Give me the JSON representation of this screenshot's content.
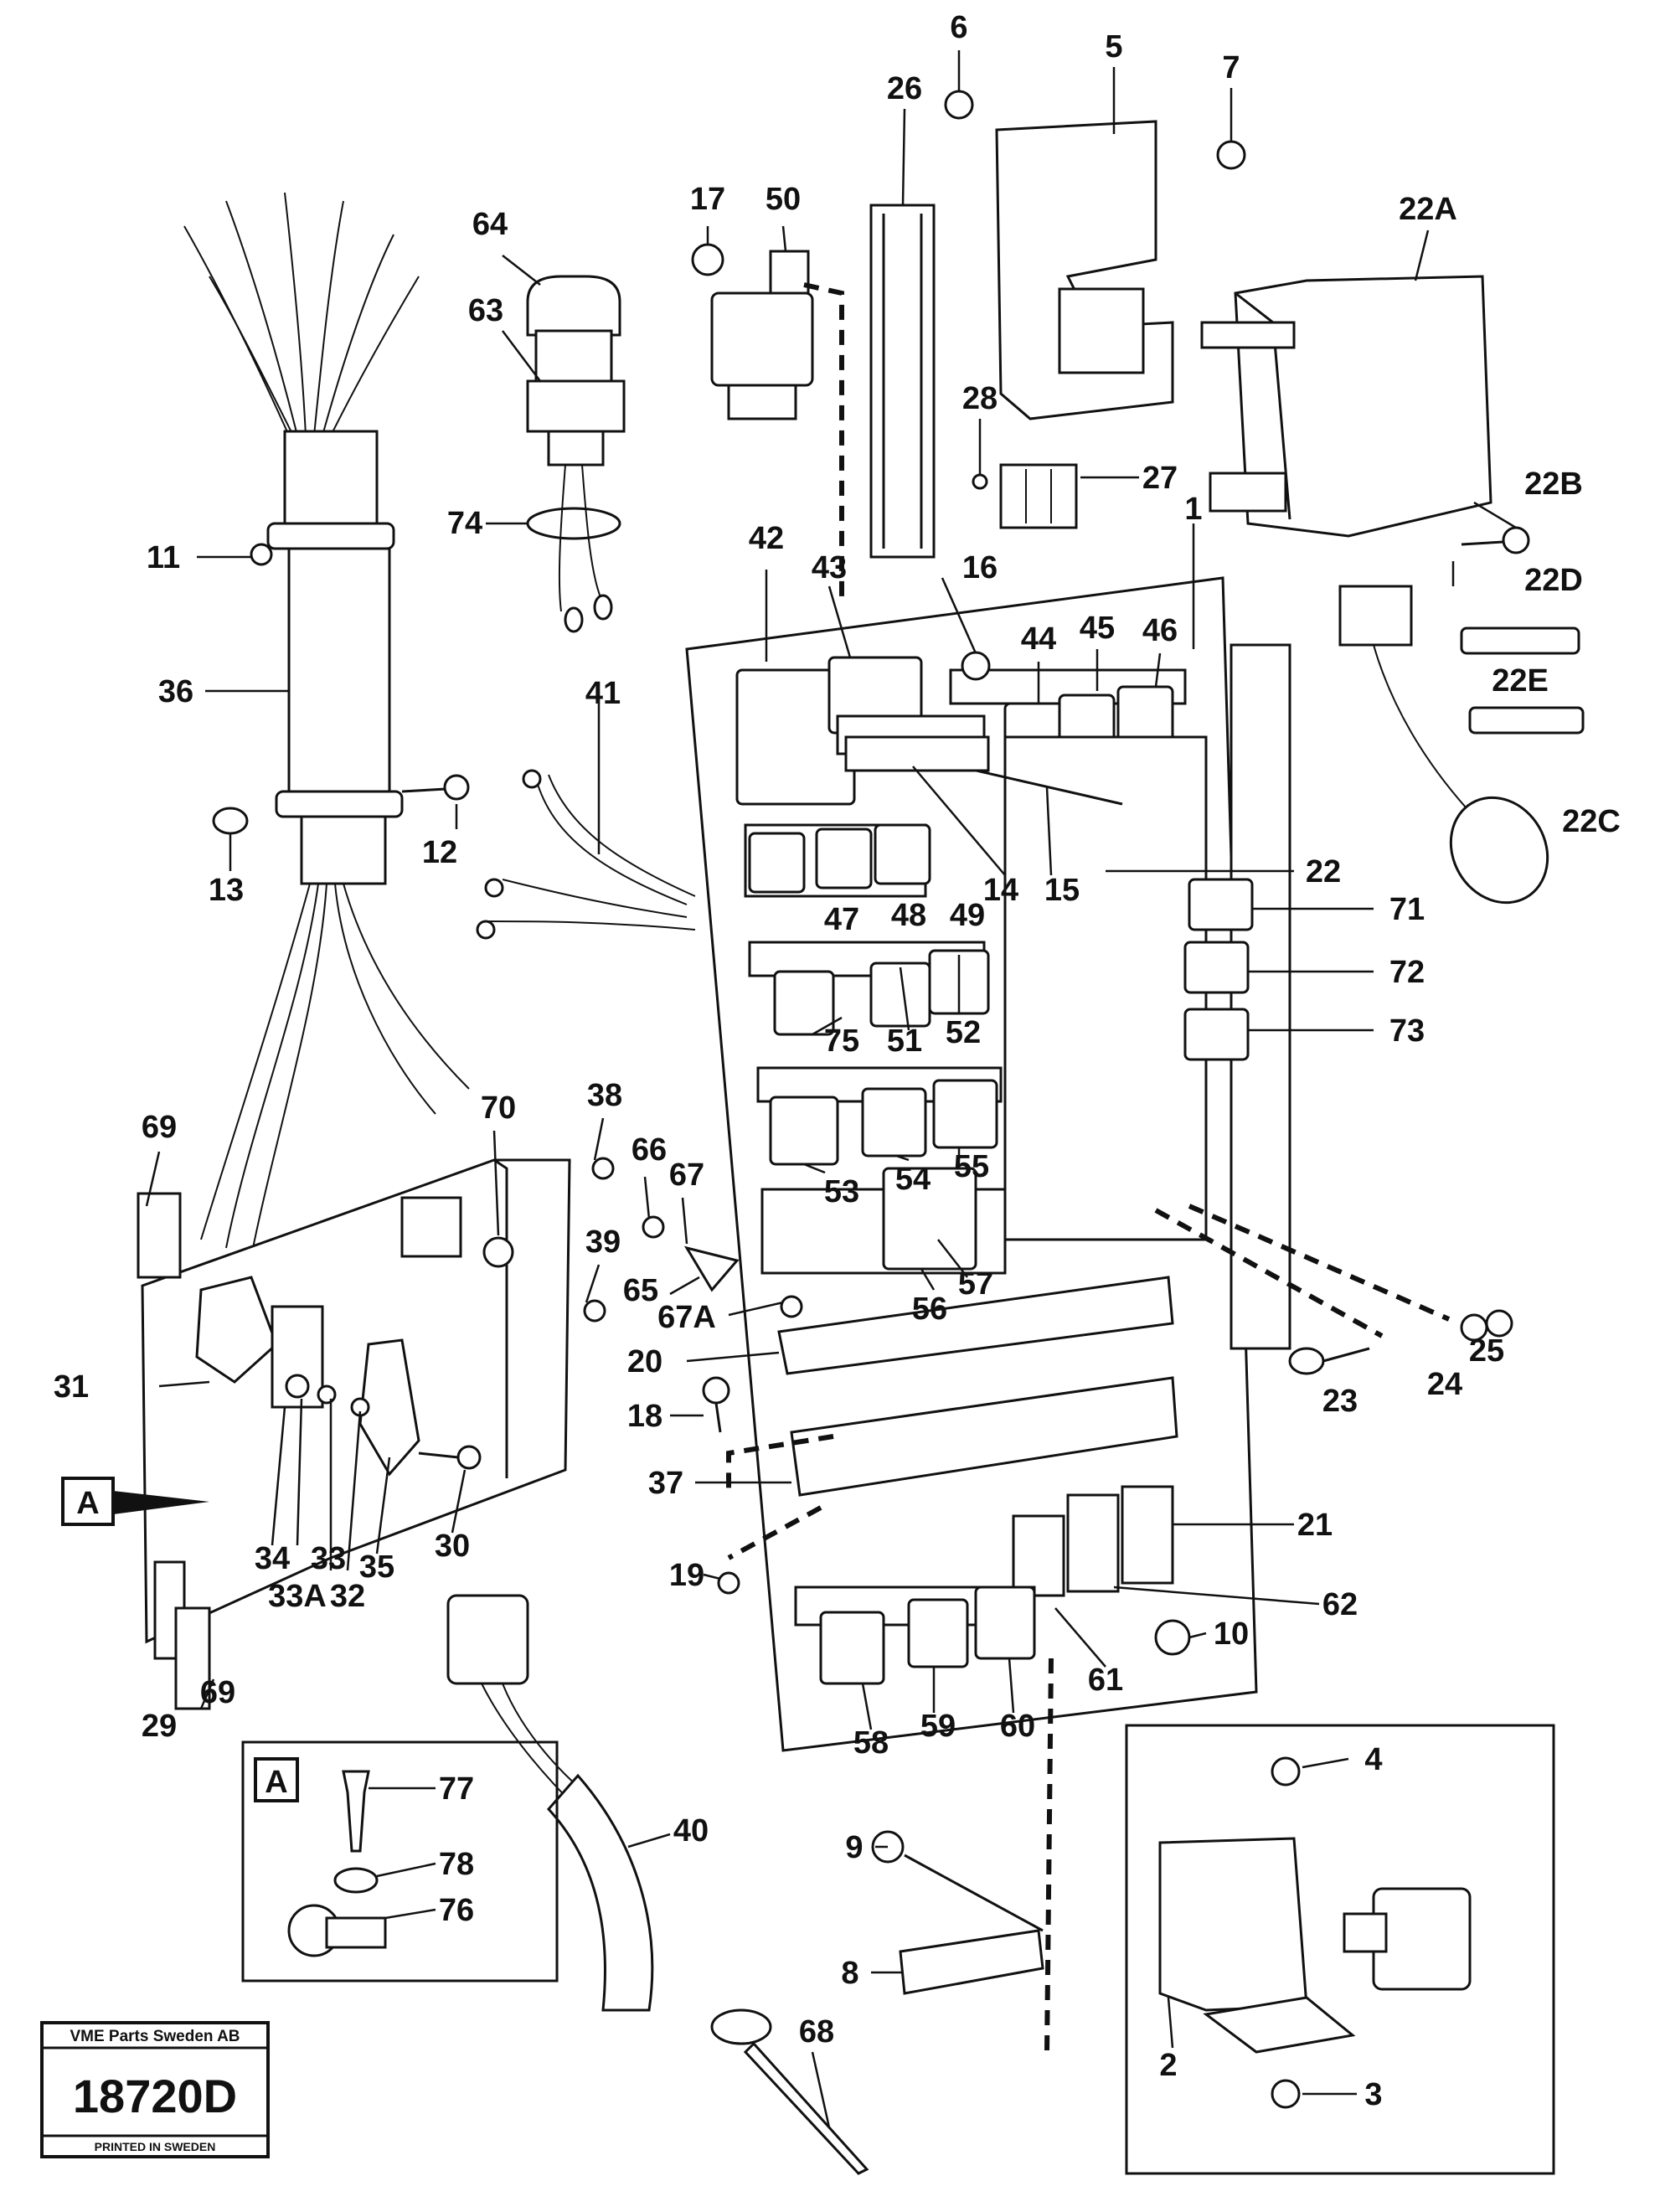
{
  "drawing": {
    "company": "VME Parts Sweden AB",
    "number": "18720D",
    "printed": "PRINTED IN SWEDEN",
    "detail_ref": "A"
  },
  "callouts": {
    "p1": "1",
    "p2": "2",
    "p3": "3",
    "p4": "4",
    "p5": "5",
    "p6": "6",
    "p7": "7",
    "p8": "8",
    "p9": "9",
    "p10": "10",
    "p11": "11",
    "p12": "12",
    "p13": "13",
    "p14": "14",
    "p15": "15",
    "p16": "16",
    "p17": "17",
    "p18": "18",
    "p19": "19",
    "p20": "20",
    "p21": "21",
    "p22": "22",
    "p22A": "22A",
    "p22B": "22B",
    "p22C": "22C",
    "p22D": "22D",
    "p22E": "22E",
    "p23": "23",
    "p24": "24",
    "p25": "25",
    "p26": "26",
    "p27": "27",
    "p28": "28",
    "p29": "29",
    "p30": "30",
    "p31": "31",
    "p32": "32",
    "p33": "33",
    "p33A": "33A",
    "p34": "34",
    "p35": "35",
    "p36": "36",
    "p37": "37",
    "p38": "38",
    "p39": "39",
    "p40": "40",
    "p41": "41",
    "p42": "42",
    "p43": "43",
    "p44": "44",
    "p45": "45",
    "p46": "46",
    "p47": "47",
    "p48": "48",
    "p49": "49",
    "p50": "50",
    "p51": "51",
    "p52": "52",
    "p53": "53",
    "p54": "54",
    "p55": "55",
    "p56": "56",
    "p57": "57",
    "p58": "58",
    "p59": "59",
    "p60": "60",
    "p61": "61",
    "p62": "62",
    "p63": "63",
    "p64": "64",
    "p65": "65",
    "p66": "66",
    "p67": "67",
    "p67A": "67A",
    "p68": "68",
    "p69a": "69",
    "p69b": "69",
    "p70": "70",
    "p71": "71",
    "p72": "72",
    "p73": "73",
    "p74": "74",
    "p75": "75",
    "p76": "76",
    "p77": "77",
    "p78": "78"
  }
}
